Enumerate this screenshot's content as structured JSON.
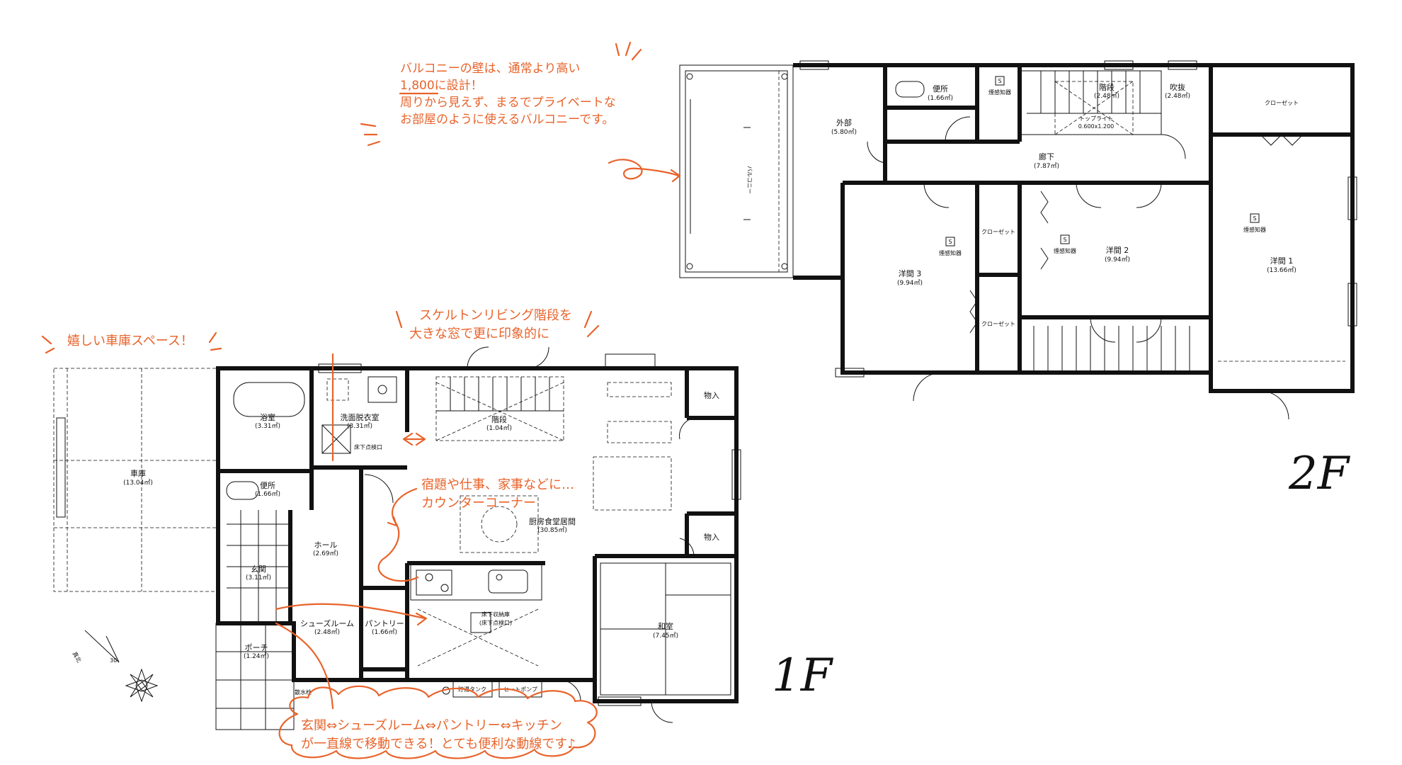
{
  "floor2": {
    "label": "2F",
    "rooms": {
      "balcony": "バルコニー",
      "outer": "外部",
      "outer_area": "(5.80㎡)",
      "toilet": "便所",
      "toilet_area": "(1.66㎡)",
      "stairs": "階段",
      "stairs_area": "(2.48㎡)",
      "void": "吹抜",
      "void_area": "(2.48㎡)",
      "skylight": "トップライト",
      "skylight_size": "0.600x1.200",
      "closet_top": "クローゼット",
      "hall": "廊下",
      "hall_area": "(7.87㎡)",
      "closet_mid": "クローゼット",
      "closet_low": "クローゼット",
      "room3": "洋間 3",
      "room3_area": "(9.94㎡)",
      "room2": "洋間 2",
      "room2_area": "(9.94㎡)",
      "room1": "洋間 1",
      "room1_area": "(13.66㎡)"
    },
    "detector": "煙感知器",
    "detector_mark": "S",
    "note": [
      "バルコニーの壁は、通常より高い",
      "1,800に設計！",
      "周りから見えず、まるでプライベートな",
      "お部屋のように使えるバルコニーです。"
    ]
  },
  "floor1": {
    "label": "1F",
    "rooms": {
      "garage": "車庫",
      "garage_area": "(13.04㎡)",
      "bath": "浴室",
      "bath_area": "(3.31㎡)",
      "wash": "洗面脱衣室",
      "wash_area": "(3.31㎡)",
      "inspect": "床下点検口",
      "toilet": "便所",
      "toilet_area": "(1.66㎡)",
      "stairs": "階段",
      "stairs_area": "(1.04㎡)",
      "storage1": "物入",
      "storage2": "物入",
      "ldk": "厨房食堂居間",
      "ldk_area": "(30.85㎡)",
      "hall": "ホール",
      "hall_area": "(2.69㎡)",
      "entrance": "玄関",
      "entrance_area": "(3.11㎡)",
      "shoes": "シューズルーム",
      "shoes_area": "(2.48㎡)",
      "pantry": "パントリー",
      "pantry_area": "(1.66㎡)",
      "floor_storage": "床下収納庫",
      "floor_storage_sub": "(床下点検口)",
      "japanese": "和室",
      "japanese_area": "(7.45㎡)",
      "porch": "ポーチ",
      "porch_area": "(1.24㎡)",
      "tank": "貯湯タンク",
      "heatpump": "ヒートポンプ",
      "drain": "散水栓"
    },
    "north": "真北",
    "angle": "30",
    "notes": {
      "garage": "嬉しい車庫スペース！",
      "stairs": [
        "スケルトンリビング階段を",
        "大きな窓で更に印象的に"
      ],
      "counter": [
        "宿題や仕事、家事などに…",
        "カウンターコーナー"
      ],
      "flow": [
        "玄関⇔シューズルーム⇔パントリー⇔キッチン",
        "が一直線で移動できる！とても便利な動線です♪"
      ]
    }
  }
}
